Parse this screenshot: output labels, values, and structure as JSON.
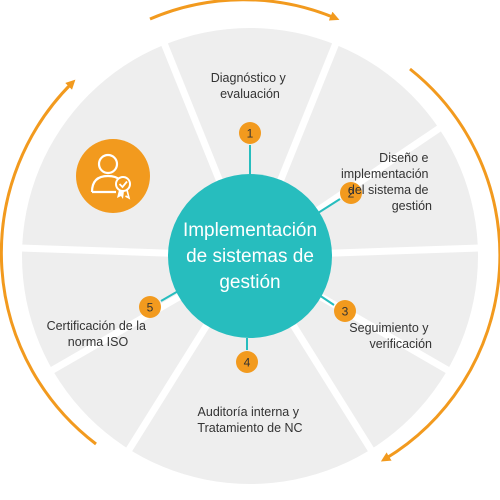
{
  "colors": {
    "accent": "#F29A1E",
    "hub": "#27BDBE",
    "segment": "#EEEEEE",
    "divider": "#FFFFFF",
    "text": "#333333"
  },
  "hub": {
    "lines": [
      "Implementación",
      "de sistemas de",
      "gestión"
    ]
  },
  "steps": [
    {
      "number": "1",
      "lines": [
        "Diagnóstico y",
        "evaluación"
      ]
    },
    {
      "number": "2",
      "lines": [
        "Diseño e",
        "implementación",
        "del sistema de",
        "gestión"
      ]
    },
    {
      "number": "3",
      "lines": [
        "Seguimiento y",
        "verificación"
      ]
    },
    {
      "number": "4",
      "lines": [
        "Auditoría interna y",
        "Tratamiento de NC"
      ]
    },
    {
      "number": "5",
      "lines": [
        "Certificación de la",
        "norma ISO"
      ]
    }
  ],
  "icon": {
    "name": "certified-user-icon"
  }
}
